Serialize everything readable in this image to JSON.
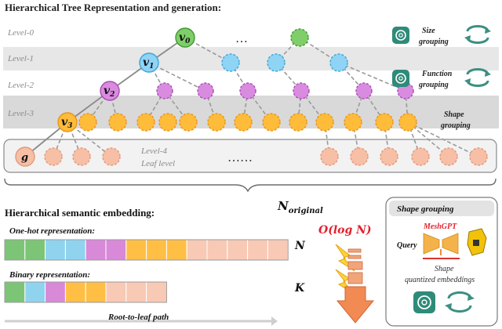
{
  "tree": {
    "title": "Hierarchical Tree Representation and generation:",
    "levels": [
      "Level-0",
      "Level-1",
      "Level-2",
      "Level-3"
    ],
    "leaf_level": [
      "Level-4",
      "Leaf level"
    ],
    "root_node": "v",
    "root_index": "0",
    "path_nodes": [
      {
        "base": "v",
        "sub": "1"
      },
      {
        "base": "v",
        "sub": "2"
      },
      {
        "base": "v",
        "sub": "3"
      }
    ],
    "leaf_node": "g",
    "ellipsis_top": "…",
    "ellipsis_leaf": "……",
    "groupings": [
      "Size grouping",
      "Function grouping",
      "Shape grouping"
    ],
    "n_original": {
      "base": "N",
      "sub": "original"
    }
  },
  "embedding": {
    "title": "Hierarchical semantic embedding:",
    "onehot_label": "One-hot representation:",
    "binary_label": "Binary representation:",
    "path_label": "Root-to-leaf path",
    "complexity": "O(log N)",
    "n_label": "N",
    "k_label": "K",
    "onehot_colors": [
      "#7cc576",
      "#7cc576",
      "#8fd3ef",
      "#8fd3ef",
      "#d889d8",
      "#d889d8",
      "#ffbf45",
      "#ffbf45",
      "#ffbf45",
      "#f8c9b4",
      "#f8c9b4",
      "#f8c9b4",
      "#f8c9b4",
      "#f8c9b4"
    ],
    "binary_colors": [
      "#7cc576",
      "#8fd3ef",
      "#d889d8",
      "#ffbf45",
      "#ffbf45",
      "#f8c9b4",
      "#f8c9b4",
      "#f8c9b4"
    ]
  },
  "shape_panel": {
    "title": "Shape grouping",
    "model_name": "MeshGPT",
    "query_label": "Query",
    "caption": "Shape quantized embeddings"
  },
  "colors": {
    "level0": "#7fce6a",
    "level0_stroke": "#3f9b2e",
    "level1": "#8fd3f5",
    "level1_stroke": "#3da7d8",
    "level2": "#d98be0",
    "level2_stroke": "#a94db3",
    "level3": "#ffbb3a",
    "level3_stroke": "#e8961a",
    "leaf": "#f6bfa6",
    "leaf_stroke": "#e29b7b",
    "gpt_green": "#2e8b79",
    "red_text": "#e4202e"
  },
  "icons": [
    "openai-icon",
    "refresh-arrows-icon",
    "lightning-icon",
    "down-arrow-icon",
    "gold-object-icon"
  ]
}
